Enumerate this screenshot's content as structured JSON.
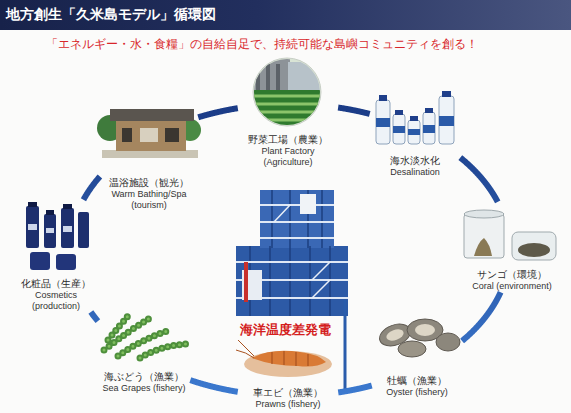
{
  "diagram": {
    "title": "地方創生「久米島モデル」循環図",
    "nodes": [
      {
        "text": [
          "温浴施設（観光）",
          "Warm Bathing/Spa (tourism)"
        ]
      },
      {
        "text": [
          "野菜工場（農業）",
          "Plant Factory (Agriculture)"
        ]
      },
      {
        "text": [
          "海水淡水化",
          "Desalination"
        ]
      },
      {
        "text": [
          "サンゴ（環境）",
          "Coral (environment)"
        ]
      },
      {
        "text": [
          "牡蠣（漁業）",
          "Oyster (fishery)"
        ]
      },
      {
        "text": [
          "車エビ（漁業）",
          "Prawns (fishery)"
        ]
      },
      {
        "text": [
          "海ぶどう（漁業）",
          "Sea Grapes (fishery)"
        ]
      },
      {
        "text": [
          "化粧品（生産）",
          "Cosmetics (production)"
        ]
      },
      {
        "text": [
          "海洋温度差発電"
        ]
      }
    ],
    "edges": [
      {
        "from": 0,
        "to": 1,
        "arrow": "none"
      },
      {
        "from": 1,
        "to": 2,
        "arrow": "none"
      },
      {
        "from": 2,
        "to": 3,
        "arrow": "none"
      },
      {
        "from": 3,
        "to": 4,
        "arrow": "none"
      },
      {
        "from": 4,
        "to": 5,
        "arrow": "none"
      },
      {
        "from": 5,
        "to": 6,
        "arrow": "none"
      },
      {
        "from": 6,
        "to": 7,
        "arrow": "none"
      },
      {
        "from": 7,
        "to": 0,
        "arrow": "none"
      }
    ],
    "labels": [
      "「エネルギー・水・食糧」の自給自足で、持続可能な島嶼コミュニティを創る！"
    ]
  }
}
